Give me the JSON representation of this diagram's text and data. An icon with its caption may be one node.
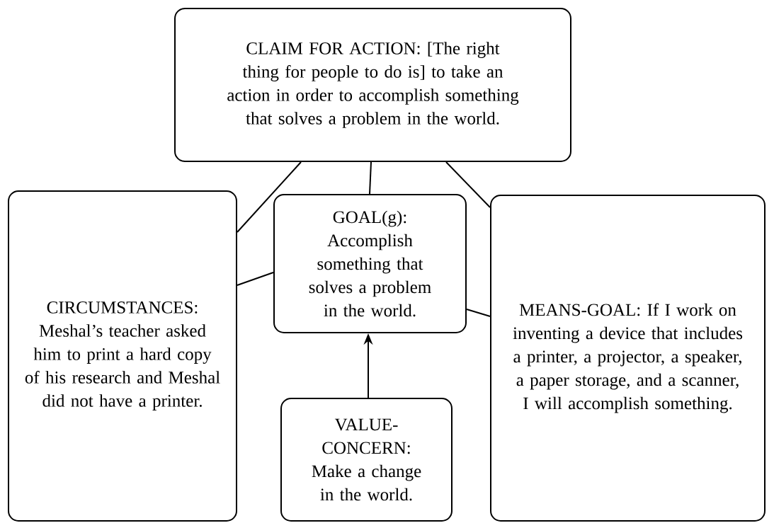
{
  "diagram": {
    "nodes": [
      {
        "text": [
          "CLAIM FOR ACTION: [The right thing for people to do is] to take an action in order to accomplish something that solves a problem in the world."
        ]
      },
      {
        "text": [
          "CIRCUMSTANCES: Meshal’s teacher asked him to print a hard copy of his research and Meshal did not have a printer."
        ]
      },
      {
        "text": [
          "GOAL(g): Accomplish something that solves a problem in the world."
        ]
      },
      {
        "text": [
          "VALUE-CONCERN: Make a change in the world."
        ]
      },
      {
        "text": [
          "MEANS-GOAL: If I work on inventing a device that includes a printer, a projector, a speaker, a paper storage, and a scanner, I will accomplish something."
        ]
      }
    ],
    "edges": [
      {
        "from": 0,
        "to": 1,
        "arrow": "none"
      },
      {
        "from": 0,
        "to": 2,
        "arrow": "none"
      },
      {
        "from": 0,
        "to": 4,
        "arrow": "none"
      },
      {
        "from": 1,
        "to": 2,
        "arrow": "none"
      },
      {
        "from": 2,
        "to": 4,
        "arrow": "none"
      },
      {
        "from": 3,
        "to": 2,
        "arrow": "to"
      }
    ]
  }
}
